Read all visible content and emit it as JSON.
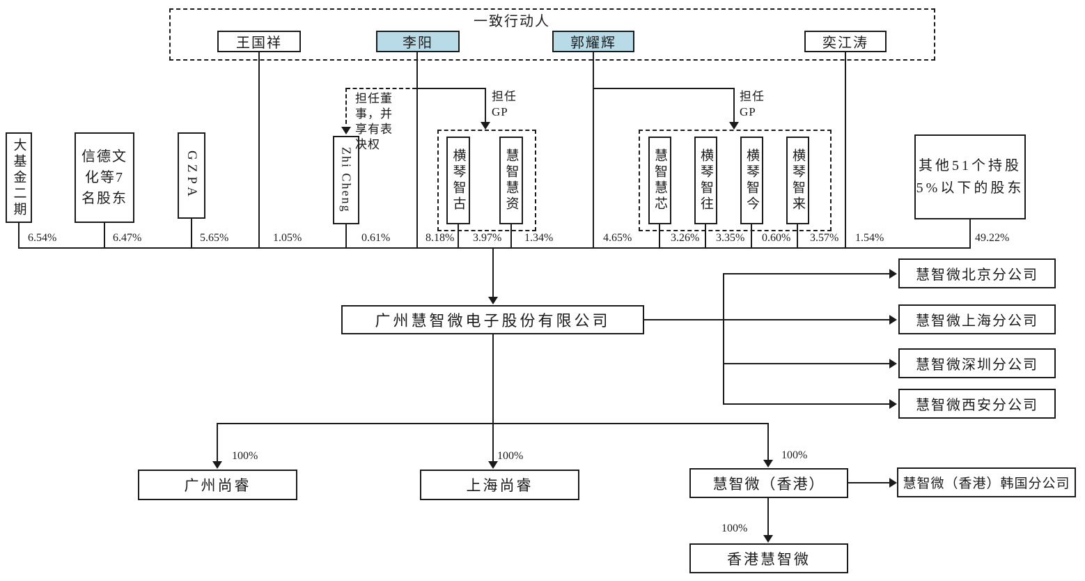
{
  "concert_group": {
    "label": "一致行动人",
    "members": [
      {
        "name": "王国祥",
        "percent": "1.05%",
        "highlighted": false
      },
      {
        "name": "李阳",
        "percent": "8.18%",
        "highlighted": true
      },
      {
        "name": "郭耀辉",
        "percent": "4.65%",
        "highlighted": true
      },
      {
        "name": "奕江涛",
        "percent": "1.54%",
        "highlighted": false
      }
    ]
  },
  "shareholders": {
    "dajijin": {
      "name": "大基金二期",
      "percent": "6.54%"
    },
    "xinde": {
      "name": "信德文化等7名股东",
      "display": "信德文\n化等7\n名股东",
      "percent": "6.47%"
    },
    "gzpa": {
      "name": "GZPA",
      "percent": "5.65%"
    },
    "zhicheng": {
      "name": "Zhi Cheng",
      "percent": "0.61%"
    },
    "hengqin_zhigu": {
      "name": "横琴智古",
      "percent": "3.97%"
    },
    "huizhi_huizi": {
      "name": "慧智慧资",
      "percent": "1.34%"
    },
    "huizhi_huixin": {
      "name": "慧智慧芯",
      "percent": "3.26%"
    },
    "hengqin_zhiwang": {
      "name": "横琴智往",
      "percent": "3.35%"
    },
    "hengqin_zhijin": {
      "name": "横琴智今",
      "percent": "0.60%"
    },
    "hengqin_zhilai": {
      "name": "横琴智来",
      "percent": "3.57%"
    },
    "others": {
      "name": "其他51个持股5%以下的股东",
      "display": "其他51个持股\n5%以下的股东",
      "percent": "49.22%"
    }
  },
  "annotations": {
    "director": {
      "text": "担任董事，并享有表决权",
      "display": "担任董\n事，并\n享有表\n决权"
    },
    "gp1": {
      "text": "担任GP",
      "display": "担任\nGP"
    },
    "gp2": {
      "text": "担任GP",
      "display": "担任\nGP"
    }
  },
  "company": {
    "name": "广州慧智微电子股份有限公司"
  },
  "branch_offices": [
    {
      "name": "慧智微北京分公司"
    },
    {
      "name": "慧智微上海分公司"
    },
    {
      "name": "慧智微深圳分公司"
    },
    {
      "name": "慧智微西安分公司"
    }
  ],
  "subsidiaries": {
    "guangzhou_shangrui": {
      "name": "广州尚睿",
      "percent": "100%"
    },
    "shanghai_shangrui": {
      "name": "上海尚睿",
      "percent": "100%"
    },
    "huizhiwei_hk": {
      "name": "慧智微（香港）",
      "percent": "100%"
    },
    "korea_branch": {
      "name": "慧智微（香港）韩国分公司"
    },
    "hk_huizhiwei": {
      "name": "香港慧智微",
      "percent": "100%"
    }
  },
  "colors": {
    "highlight": "#b9dbe7",
    "line": "#1a1a1a"
  }
}
